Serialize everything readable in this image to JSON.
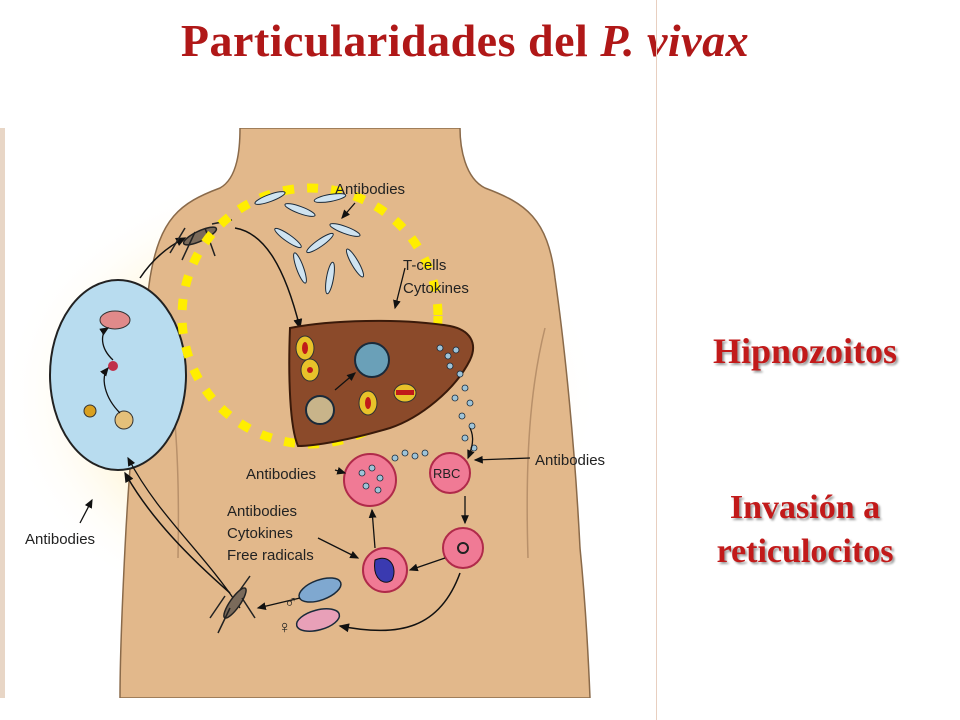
{
  "title": {
    "prefix": "Particularidades del",
    "species_abbr": "P.",
    "species": "vivax"
  },
  "side_labels": {
    "hipnozoitos": "Hipnozoitos",
    "invasion_line1": "Invasión a",
    "invasion_line2": "reticulocitos"
  },
  "diagram_labels": {
    "antibodies_top": "Antibodies",
    "tcells": "T-cells",
    "cytokines_top": "Cytokines",
    "antibodies_left_liver": "Antibodies",
    "antibodies_rbc": "Antibodies",
    "rbc": "RBC",
    "antibodies_lower1": "Antibodies",
    "cytokines_lower": "Cytokines",
    "free_radicals": "Free radicals",
    "antibodies_far_left": "Antibodies",
    "male_symbol": "♂",
    "female_symbol": "♀"
  },
  "colors": {
    "title": "#b01818",
    "side_text": "#c21a1a",
    "skin": "#e2b88b",
    "liver": "#8b4a2a",
    "dashed_circle": "#ffee00",
    "mosquito_cycle": "#b8dcef"
  }
}
